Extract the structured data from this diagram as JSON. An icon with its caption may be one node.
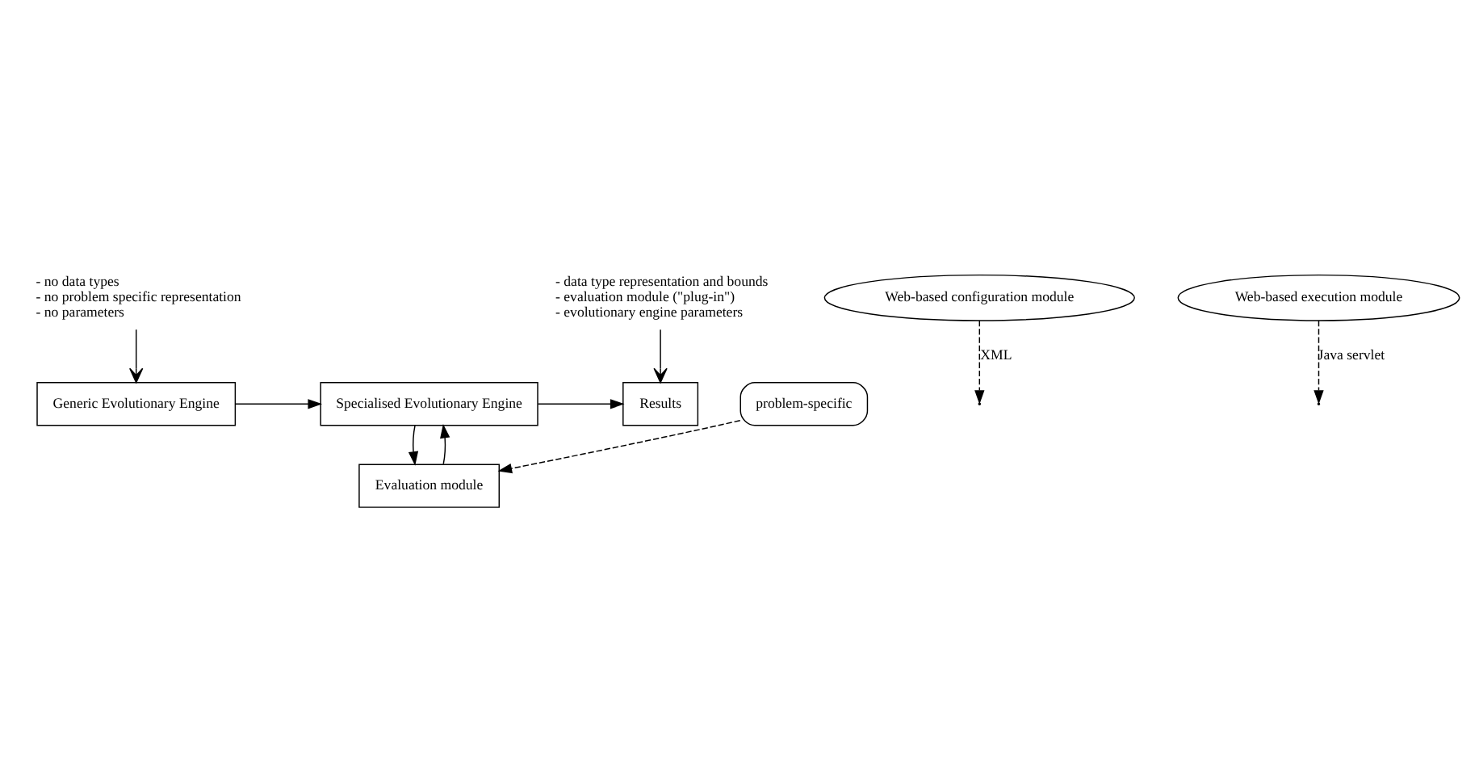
{
  "diagram": {
    "nodes": [
      {
        "text": [
          "- no data types",
          "- no problem specific representation",
          "- no parameters"
        ]
      },
      {
        "text": [
          "- data type representation and bounds",
          "- evaluation module (\"plug-in\")",
          "- evolutionary engine parameters"
        ]
      },
      {
        "text": [
          "Generic Evolutionary Engine"
        ]
      },
      {
        "text": [
          "Specialised Evolutionary Engine"
        ]
      },
      {
        "text": [
          "Results"
        ]
      },
      {
        "text": [
          "Evaluation module"
        ]
      },
      {
        "text": [
          "problem-specific"
        ]
      },
      {
        "text": [
          "Web-based configuration module"
        ]
      },
      {
        "text": [
          "Web-based execution module"
        ]
      }
    ],
    "edges": [
      {
        "from": 0,
        "to": 2,
        "arrow": "to"
      },
      {
        "from": 1,
        "to": 4,
        "arrow": "to"
      },
      {
        "from": 2,
        "to": 3,
        "arrow": "to"
      },
      {
        "from": 3,
        "to": 4,
        "arrow": "to"
      },
      {
        "from": 5,
        "to": 3,
        "arrow": "to"
      },
      {
        "from": 3,
        "to": 5,
        "arrow": "to"
      },
      {
        "from": 6,
        "to": 5,
        "arrow": "to",
        "style": "dashed"
      },
      {
        "from": 7,
        "to": null,
        "arrow": "to",
        "style": "dashed",
        "label": "XML"
      },
      {
        "from": 8,
        "to": null,
        "arrow": "to",
        "style": "dashed",
        "label": "Java servlet"
      }
    ]
  }
}
